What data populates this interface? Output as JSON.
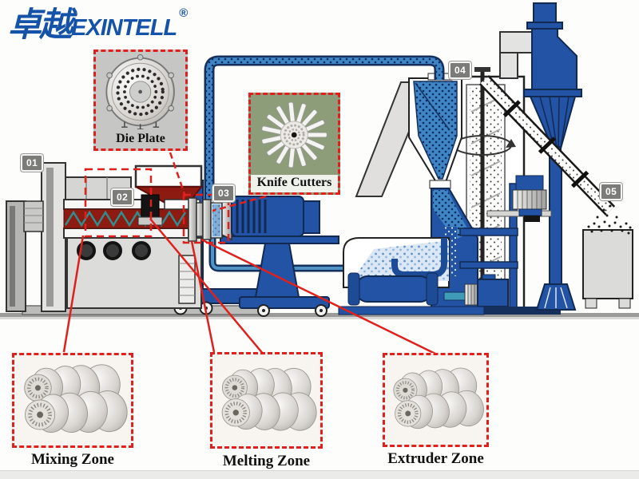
{
  "logo": {
    "cn": "卓越",
    "en": "EXINTELL",
    "registered": "®"
  },
  "stations": [
    {
      "id": "01"
    },
    {
      "id": "02"
    },
    {
      "id": "03"
    },
    {
      "id": "04"
    },
    {
      "id": "05"
    }
  ],
  "callouts": {
    "die_plate": {
      "label": "Die Plate"
    },
    "knife_cutters": {
      "label": "Knife Cutters"
    },
    "zones": [
      {
        "label": "Mixing Zone"
      },
      {
        "label": "Melting Zone"
      },
      {
        "label": "Extruder Zone"
      }
    ]
  },
  "colors": {
    "machine_blue": "#2253a4",
    "navy_outline": "#122a52",
    "melt_red": "#8e1b12",
    "callout_red": "#e0201c",
    "badge_gray": "#7b7b77",
    "pellet_blue": "#3f85c6",
    "logo_blue": "#1553a8",
    "photo_green": "#8d9c79",
    "photo_gray": "#c6c6c4",
    "silver": "#d5d5d3"
  }
}
